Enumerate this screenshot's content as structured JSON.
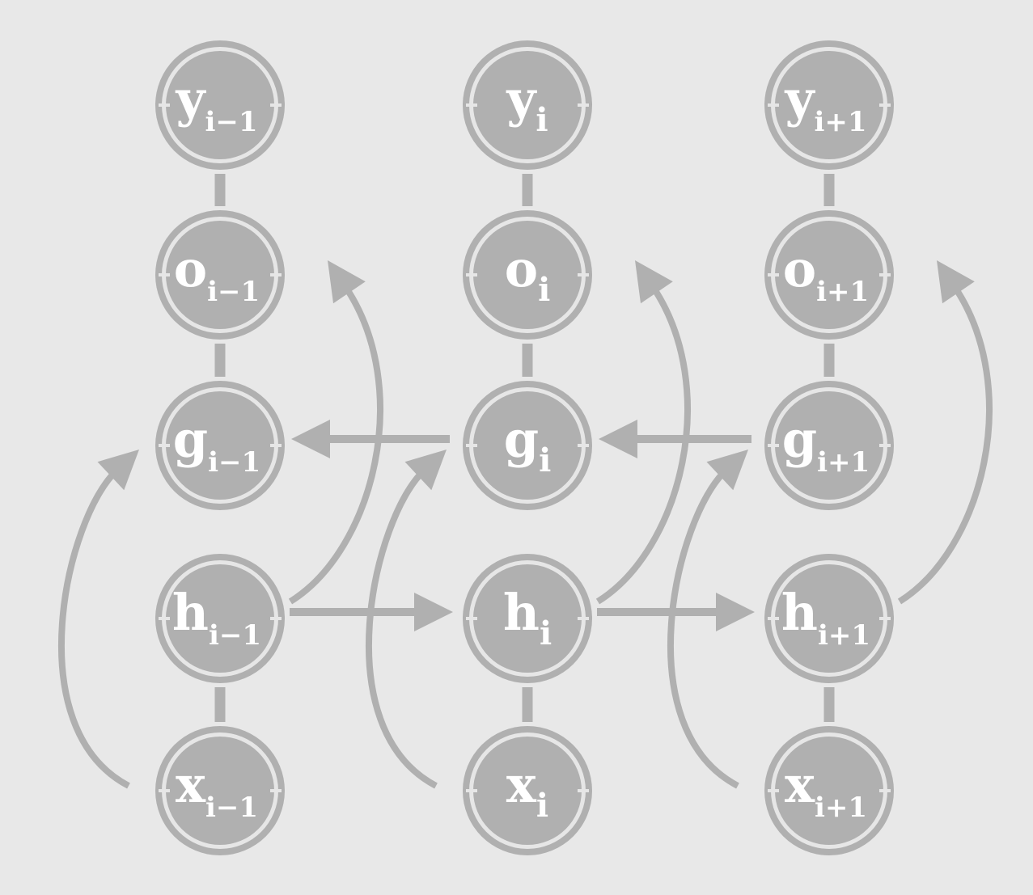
{
  "colors": {
    "background": "#e8e8e8",
    "node_fill": "#b0b0b0",
    "node_ring": "#b0b0b0",
    "node_ring_inner": "#e6e6e6",
    "edge": "#b0b0b0",
    "label": "#ffffff"
  },
  "columns": [
    {
      "id": "prev",
      "nodes": {
        "y": {
          "base": "y",
          "sub": "i−1"
        },
        "o": {
          "base": "o",
          "sub": "i−1"
        },
        "g": {
          "base": "g",
          "sub": "i−1"
        },
        "h": {
          "base": "h",
          "sub": "i−1"
        },
        "x": {
          "base": "x",
          "sub": "i−1"
        }
      }
    },
    {
      "id": "curr",
      "nodes": {
        "y": {
          "base": "y",
          "sub": "i"
        },
        "o": {
          "base": "o",
          "sub": "i"
        },
        "g": {
          "base": "g",
          "sub": "i"
        },
        "h": {
          "base": "h",
          "sub": "i"
        },
        "x": {
          "base": "x",
          "sub": "i"
        }
      }
    },
    {
      "id": "next",
      "nodes": {
        "y": {
          "base": "y",
          "sub": "i+1"
        },
        "o": {
          "base": "o",
          "sub": "i+1"
        },
        "g": {
          "base": "g",
          "sub": "i+1"
        },
        "h": {
          "base": "h",
          "sub": "i+1"
        },
        "x": {
          "base": "x",
          "sub": "i+1"
        }
      }
    }
  ],
  "edges": {
    "undirected_vertical": [
      "y-o",
      "o-g",
      "h-x"
    ],
    "directed": [
      {
        "from": "x",
        "to": "g",
        "same_column": true
      },
      {
        "from": "h",
        "to": "o",
        "same_column": true
      },
      {
        "from": "h",
        "to": "h",
        "next_column": true
      },
      {
        "from": "g",
        "to": "g",
        "prev_column": true
      }
    ]
  }
}
